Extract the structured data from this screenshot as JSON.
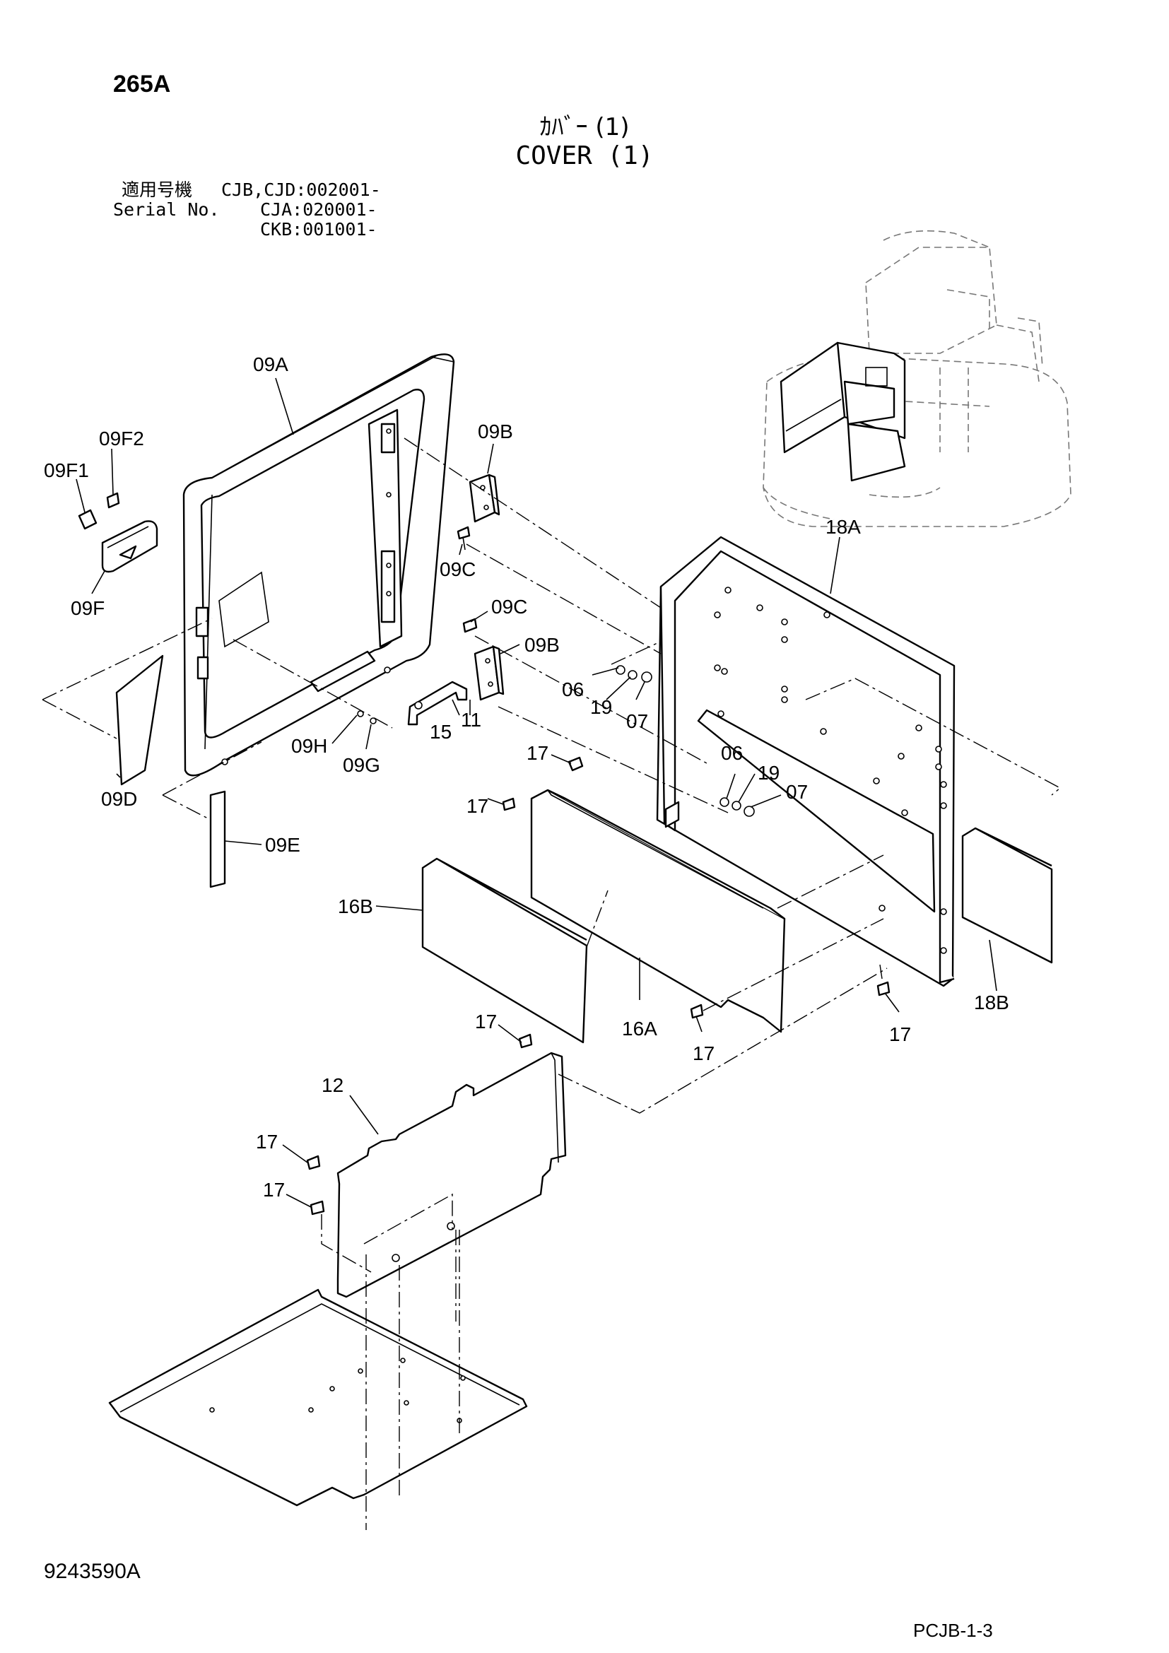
{
  "header": {
    "page_id": "265A",
    "title_jp": "ｶﾊﾞｰ (1)",
    "title_en": "COVER (1)",
    "serial_label_jp": "適用号機",
    "serial_label_en": "Serial No.",
    "serial_numbers": [
      "CJB,CJD:002001-",
      "CJA:020001-",
      "CKB:001001-"
    ]
  },
  "callouts": {
    "c09A": "09A",
    "c09F2": "09F2",
    "c09F1": "09F1",
    "c09F": "09F",
    "c09B_top": "09B",
    "c09C_top": "09C",
    "c09C_mid": "09C",
    "c09B_mid": "09B",
    "c06_a": "06",
    "c19_a": "19",
    "c07_a": "07",
    "c15": "15",
    "c11": "11",
    "c09H": "09H",
    "c09G": "09G",
    "c17_a": "17",
    "c17_b": "17",
    "c06_b": "06",
    "c19_b": "19",
    "c07_b": "07",
    "c18A": "18A",
    "c09D": "09D",
    "c09E": "09E",
    "c16B": "16B",
    "c16A": "16A",
    "c17_c": "17",
    "c17_d": "17",
    "c18B": "18B",
    "c17_e": "17",
    "c12": "12",
    "c17_f": "17",
    "c17_g": "17"
  },
  "footer": {
    "drawing_number": "9243590A",
    "page_ref": "PCJB-1-3"
  }
}
